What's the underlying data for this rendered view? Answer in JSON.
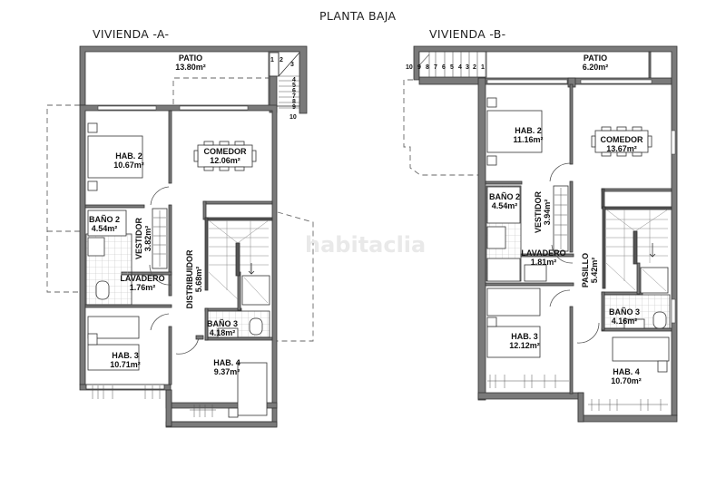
{
  "page_title": "PLANTA BAJA",
  "watermark": "habitaclia",
  "units": [
    {
      "name": "VIVIENDA -A-",
      "rooms": [
        {
          "id": "patio",
          "label": "PATIO",
          "area": "13.80m²"
        },
        {
          "id": "hab2",
          "label": "HAB. 2",
          "area": "10.67m²"
        },
        {
          "id": "comedor",
          "label": "COMEDOR",
          "area": "12.06m²"
        },
        {
          "id": "bano2",
          "label": "BAÑO 2",
          "area": "4.54m²"
        },
        {
          "id": "vestidor",
          "label": "VESTIDOR",
          "area": "3.82m²"
        },
        {
          "id": "distribuidor",
          "label": "DISTRIBUIDOR",
          "area": "5.68m²"
        },
        {
          "id": "lavadero",
          "label": "LAVADERO",
          "area": "1.76m²"
        },
        {
          "id": "bano3",
          "label": "BAÑO 3",
          "area": "4.18m²"
        },
        {
          "id": "hab3",
          "label": "HAB. 3",
          "area": "10.71m²"
        },
        {
          "id": "hab4",
          "label": "HAB. 4",
          "area": "9.37m²"
        }
      ],
      "stair_steps": [
        "1",
        "2",
        "3",
        "4",
        "5",
        "6",
        "7",
        "8",
        "9",
        "10"
      ]
    },
    {
      "name": "VIVIENDA -B-",
      "rooms": [
        {
          "id": "patio",
          "label": "PATIO",
          "area": "6.20m²"
        },
        {
          "id": "hab2",
          "label": "HAB. 2",
          "area": "11.16m²"
        },
        {
          "id": "comedor",
          "label": "COMEDOR",
          "area": "13.67m²"
        },
        {
          "id": "bano2",
          "label": "BAÑO 2",
          "area": "4.54m²"
        },
        {
          "id": "vestidor",
          "label": "VESTIDOR",
          "area": "3.94m²"
        },
        {
          "id": "lavadero",
          "label": "LAVADERO",
          "area": "1.81m²"
        },
        {
          "id": "pasillo",
          "label": "PASILLO",
          "area": "5.42m²"
        },
        {
          "id": "bano3",
          "label": "BAÑO 3",
          "area": "4.16m²"
        },
        {
          "id": "hab3",
          "label": "HAB. 3",
          "area": "12.12m²"
        },
        {
          "id": "hab4",
          "label": "HAB. 4",
          "area": "10.70m²"
        }
      ],
      "stair_steps": [
        "10",
        "9",
        "8",
        "7",
        "6",
        "5",
        "4",
        "3",
        "2",
        "1"
      ]
    }
  ],
  "colors": {
    "wall": "#7a7a7a",
    "wall_edge": "#333333",
    "line": "#444444",
    "dash": "#666666",
    "tile": "#bfbfbf"
  }
}
